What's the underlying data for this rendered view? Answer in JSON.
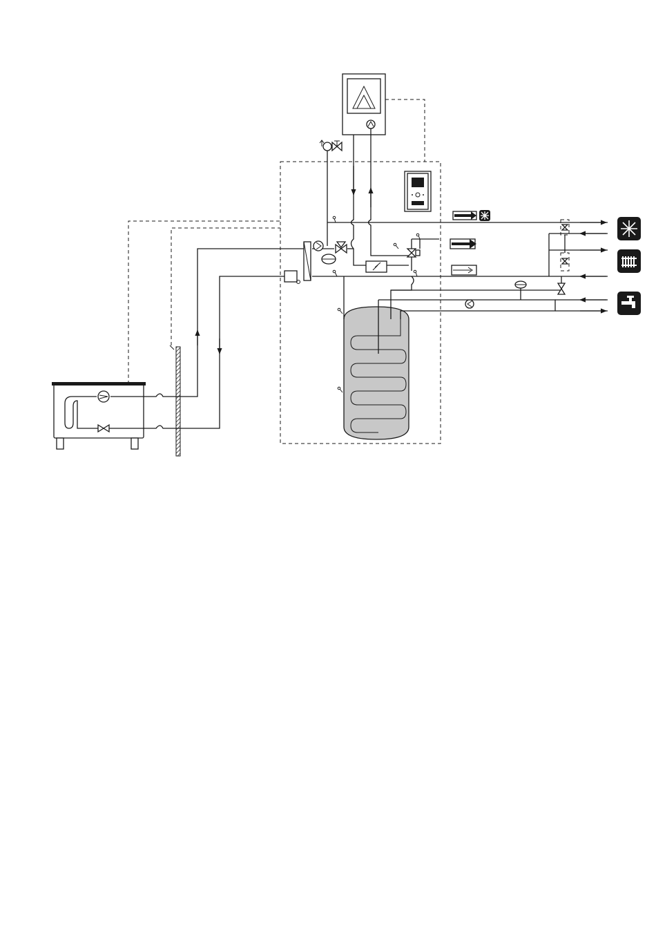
{
  "diagram": {
    "components": [
      {
        "id": "outdoor-unit",
        "kind": "air-water heat pump unit"
      },
      {
        "id": "wall",
        "kind": "building wall"
      },
      {
        "id": "indoor-module",
        "kind": "indoor module (dashed boundary)"
      },
      {
        "id": "control-panel",
        "kind": "display unit"
      },
      {
        "id": "additional-heat-source",
        "kind": "boiler / additional heat"
      },
      {
        "id": "water-heater-tank",
        "kind": "hot water cylinder with coil"
      },
      {
        "id": "immersion-heater",
        "kind": "electric additional heat"
      },
      {
        "id": "circulation-pump",
        "kind": "pump"
      },
      {
        "id": "reversing-valve",
        "kind": "three-way valve"
      },
      {
        "id": "expansion-vessel",
        "kind": "expansion vessel"
      }
    ],
    "outputs": [
      {
        "id": "cooling",
        "icon": "snowflake-icon"
      },
      {
        "id": "heating",
        "icon": "radiator-icon"
      },
      {
        "id": "hot-water",
        "icon": "tap-icon"
      }
    ],
    "colors": {
      "line": "#1a1a1a",
      "tank_fill": "#c8c8c8",
      "icon_bg": "#1a1a1a",
      "background": "#ffffff"
    }
  }
}
